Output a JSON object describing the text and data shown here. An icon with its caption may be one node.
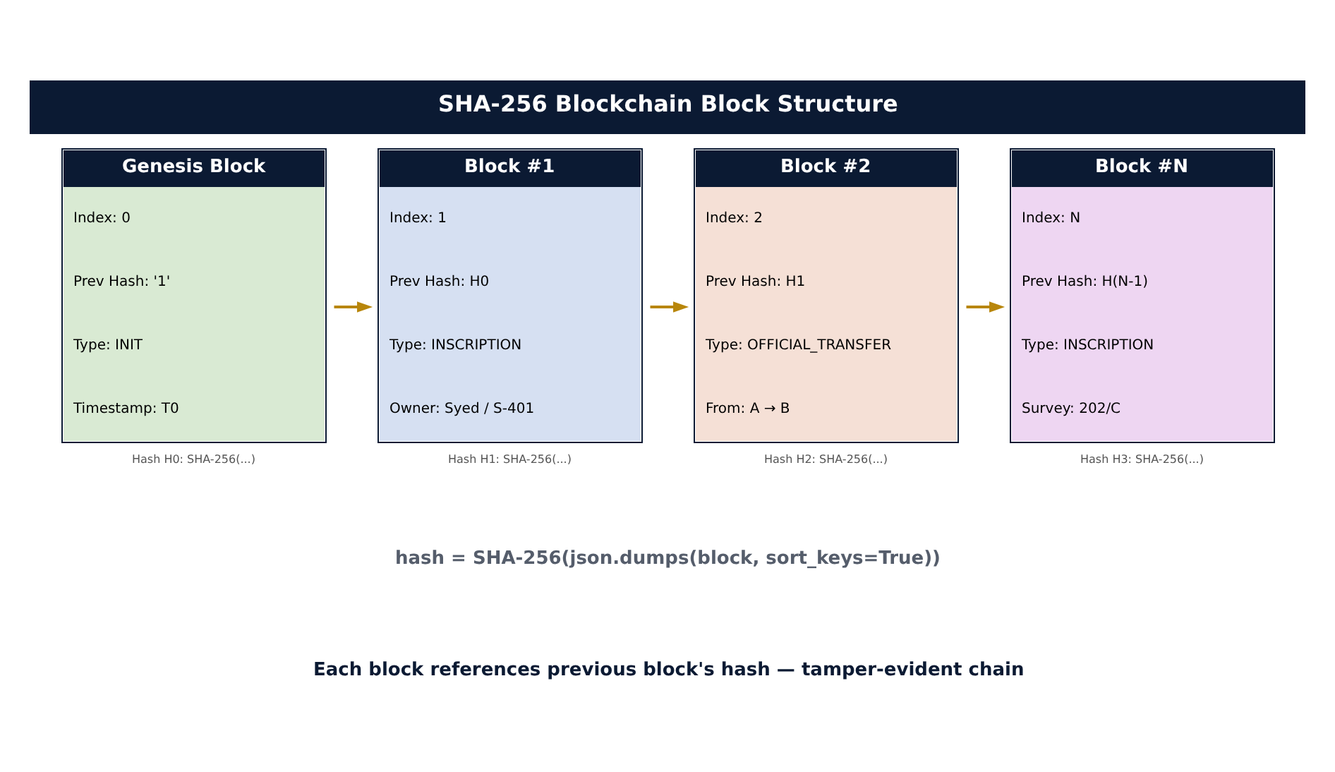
{
  "diagram": {
    "title": "SHA-256 Blockchain Block Structure",
    "nodes": [
      {
        "text": [
          "Genesis Block",
          "Index: 0",
          "Prev Hash: '1'",
          "Type: INIT",
          "Timestamp: T0"
        ],
        "beside": [
          "Hash H0: SHA-256(...)"
        ]
      },
      {
        "text": [
          "Block #1",
          "Index: 1",
          "Prev Hash: H0",
          "Type: INSCRIPTION",
          "Owner: Syed / S-401"
        ],
        "beside": [
          "Hash H1: SHA-256(...)"
        ]
      },
      {
        "text": [
          "Block #2",
          "Index: 2",
          "Prev Hash: H1",
          "Type: OFFICIAL_TRANSFER",
          "From: A → B"
        ],
        "beside": [
          "Hash H2: SHA-256(...)"
        ]
      },
      {
        "text": [
          "Block #N",
          "Index: N",
          "Prev Hash: H(N-1)",
          "Type: INSCRIPTION",
          "Survey: 202/C"
        ],
        "beside": [
          "Hash H3: SHA-256(...)"
        ]
      }
    ],
    "edges": [
      {
        "from": 0,
        "to": 1,
        "arrow": "to"
      },
      {
        "from": 1,
        "to": 2,
        "arrow": "to"
      },
      {
        "from": 2,
        "to": 3,
        "arrow": "to"
      }
    ],
    "labels": [
      "hash = SHA-256(json.dumps(block, sort_keys=True))",
      "Each block references previous block's hash — tamper-evident chain"
    ]
  }
}
